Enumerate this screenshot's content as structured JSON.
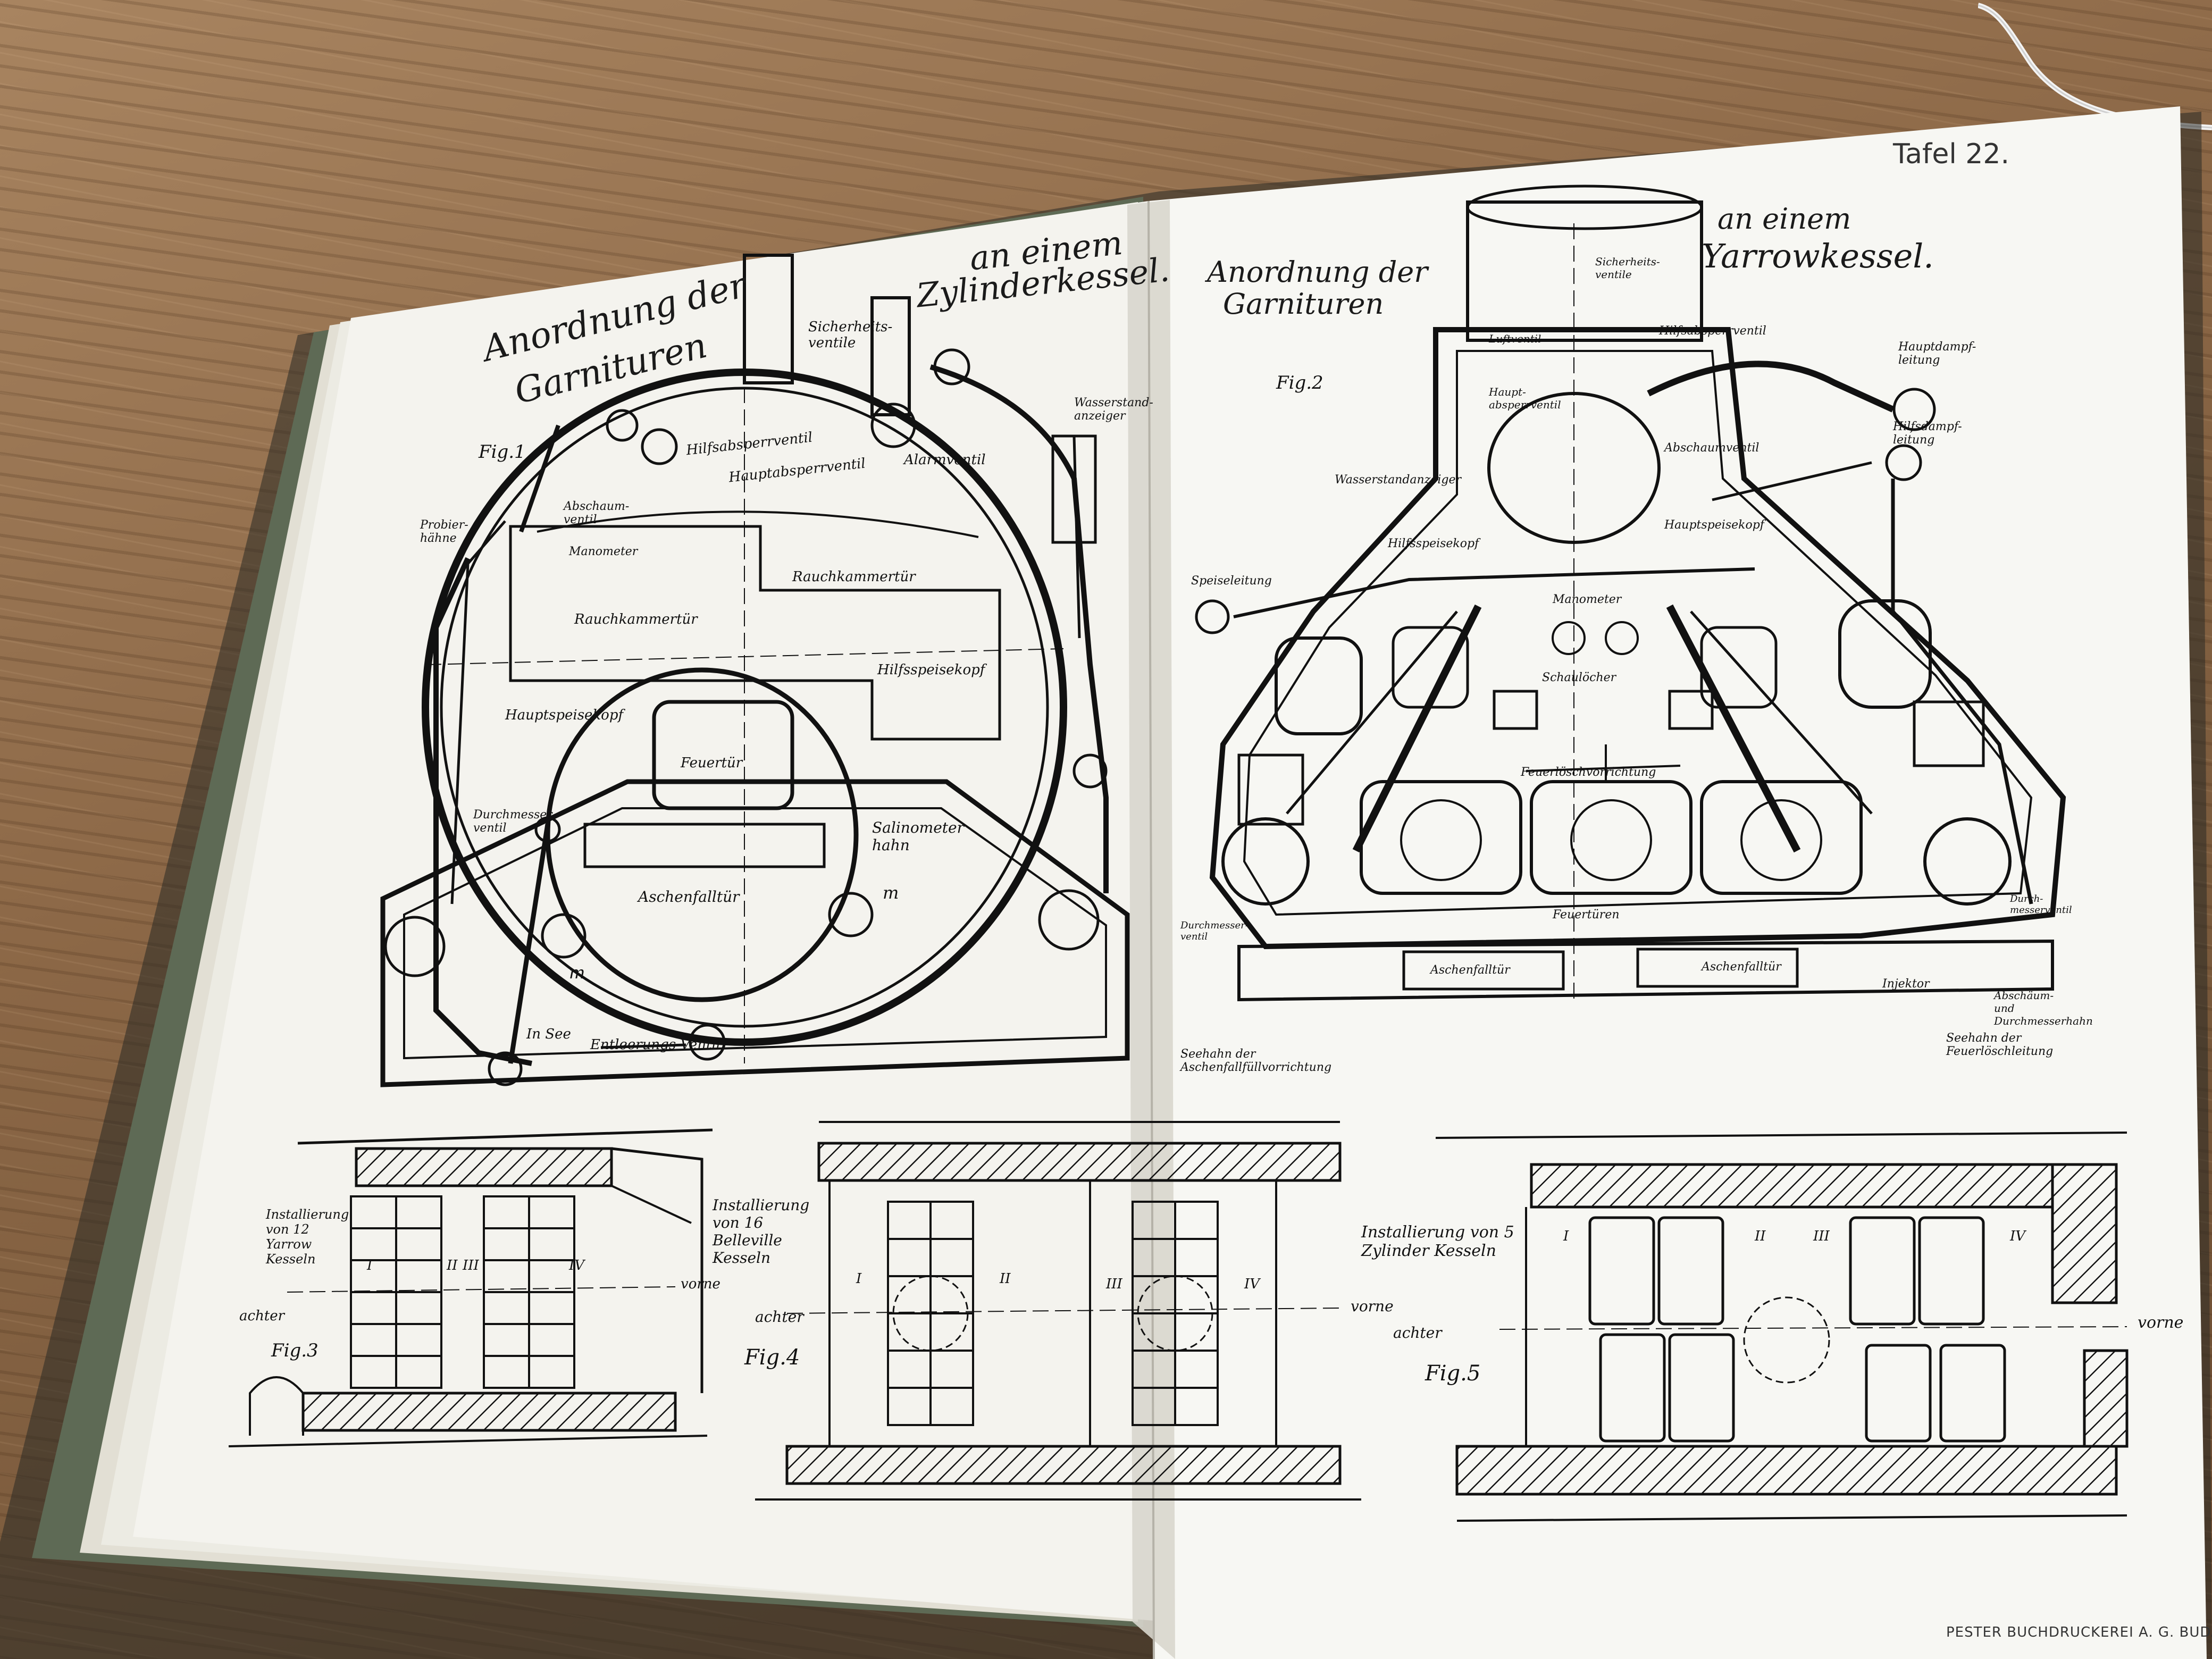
{
  "plate_label": "Tafel 22.",
  "printer": "PESTER BUCHDRUCKEREI A. G. BUDAPEST.",
  "left_page": {
    "title_line1": "Anordnung der",
    "title_line2": "Garnituren",
    "title_right_line1": "an einem",
    "title_right_line2": "Zylinderkessel.",
    "fig_label": "Fig.1",
    "labels": {
      "sicherheitsventile": "Sicherheits- ventile",
      "hilfsabsperrventil": "Hilfsabsperrventil",
      "hauptabsperrventil": "Hauptabsperrventil",
      "alarmventil": "Alarmventil",
      "wasserstandanzeiger": "Wasserstand- anzeiger",
      "probierhahne": "Probier- hähne",
      "abschaumventil": "Abschaum- ventil",
      "manometer": "Manometer",
      "rauchkammertur_l": "Rauchkammertür",
      "rauchkammertur_r": "Rauchkammertür",
      "hilfsspeisekopf": "Hilfsspeisekopf",
      "hauptspeisekopf": "Hauptspeisekopf",
      "feuertur": "Feuertür",
      "durchmesserventil": "Durchmesser- ventil",
      "salinometerhahn": "Salinometer hahn",
      "aschenfalltur": "Aschenfalltür",
      "m1": "m",
      "m2": "m",
      "in_see": "In See",
      "entleerungsventil": "Entleerungs Ventil"
    }
  },
  "right_page": {
    "title_line1": "Anordnung der",
    "title_line2": "Garnituren",
    "title_right_line1": "an einem",
    "title_right_line2": "Yarrowkessel.",
    "fig_label": "Fig.2",
    "labels": {
      "sicherheitsventile": "Sicherheits- ventile",
      "luftventil": "Luftventil",
      "hilfsabsperrventil": "Hilfsabsperrventil",
      "hauptdampfleitung": "Hauptdampf- leitung",
      "hauptabsperrventil": "Haupt- absperrventil",
      "abschaumventil": "Abschaumventil",
      "hilfsdampfleitung": "Hilfsdampf- leitung",
      "wasserstandanzeiger": "Wasserstandanzeiger",
      "hauptspeisekopf": "Hauptspeisekopf",
      "hilfsspeisekopf": "Hilfsspeisekopf",
      "speiseleitung": "Speiseleitung",
      "manometer": "Manometer",
      "schaulocher": "Schaulöcher",
      "feuerlochvorrichtung": "Feuerlöschvorrichtung",
      "feuerturen": "Feuertüren",
      "durchmesserventil": "Durchmesser- ventil",
      "aschenfalltur_l": "Aschenfalltür",
      "aschenfalltur_r": "Aschenfalltür",
      "injektor": "Injektor",
      "durchmesserventil_r": "Durch- messerventil",
      "abschaum": "Abschäum- und Durchmesserhahn",
      "seehahn_feuer": "Seehahn der Feuerlöschleitung",
      "seehahn_aschen": "Seehahn der Aschenfallfüllvorrichtung"
    }
  },
  "figures": {
    "fig3": {
      "label": "Fig.3",
      "caption": "Installierung von 12 Yarrow Kesseln",
      "achter": "achter",
      "vorne": "vorne",
      "roman": [
        "I",
        "II",
        "III",
        "IV"
      ]
    },
    "fig4": {
      "label": "Fig.4",
      "caption": "Installierung von 16 Belleville Kesseln",
      "achter": "achter",
      "vorne": "vorne",
      "roman": [
        "I",
        "II",
        "III",
        "IV"
      ]
    },
    "fig5": {
      "label": "Fig.5",
      "caption": "Installierung von 5 Zylinder Kesseln",
      "achter": "achter",
      "vorne": "vorne",
      "roman": [
        "I",
        "II",
        "III",
        "IV"
      ]
    }
  }
}
